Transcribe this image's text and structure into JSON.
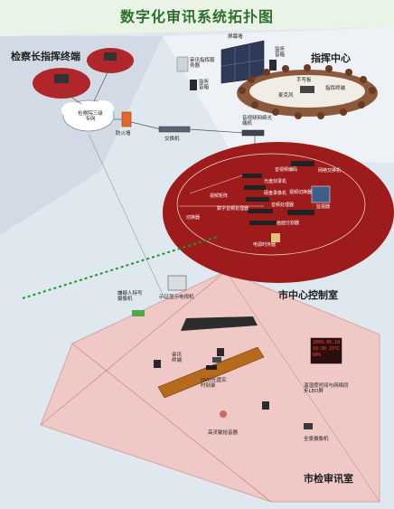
{
  "title": "数字化审讯系统拓扑图",
  "zones": {
    "chief_terminal": "检察长指挥终端",
    "command_center": "指挥中心",
    "control_room": "市中心控制室",
    "interrogation_room": "市检审讯室"
  },
  "labels": {
    "network": "检察院三级专网",
    "firewall": "防火墙",
    "switch": "交换机",
    "av_optical": "音视频网络光端机",
    "screen_wall": "屏幕墙",
    "interrogation_server": "审讯指挥服务器",
    "monitor_speaker_1": "监听音箱",
    "monitor_speaker_2": "监听音箱",
    "handwriting_board": "手写板",
    "command_terminal": "指挥终端",
    "microphone": "麦克风",
    "suspect_camera": "嫌疑人特写摄像机",
    "evidence_tv": "示证显示电视机",
    "interrogation_terminal": "审讯终端",
    "dvd_burn": "DVD光盘实时刻录",
    "temp_led": "温湿度时间与网络同步LED屏",
    "sensitive_pickup": "高灵敏拾音器",
    "panorama_camera": "全景摄像机",
    "led_readout": "2009.06.18 10:30 25℃ 60%"
  },
  "control_labels": [
    "音视频编码",
    "光盘刻录机",
    "硬盘录像机",
    "音频处理器",
    "画面分割器",
    "视频矩阵",
    "切换器",
    "数字音频处理器",
    "电源时序器",
    "网络交换机",
    "视频切换器",
    "监视器"
  ],
  "colors": {
    "title": "#2e6f2b",
    "background": "#e9f3e6",
    "control_room": "#9e1b1b",
    "floor": "#f0c8c6",
    "dotted_link": "#1b9a2a"
  }
}
